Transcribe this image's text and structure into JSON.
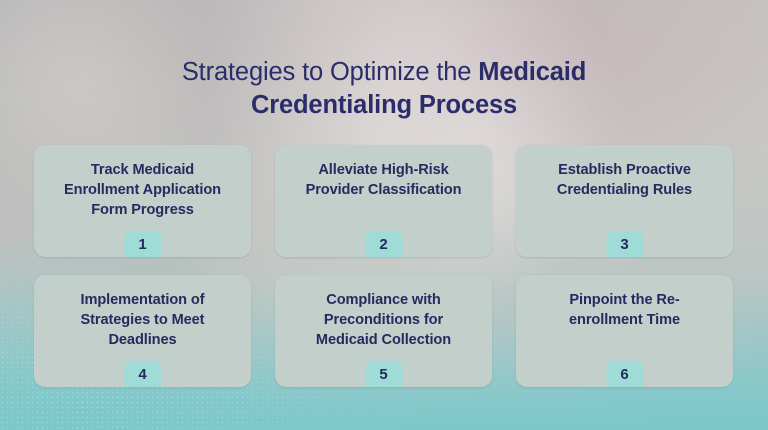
{
  "header": {
    "title_lead": "Strategies to Optimize the ",
    "title_strong_1": "Medicaid",
    "title_strong_2": "Credentialing Process",
    "title_full": "Strategies to Optimize the Medicaid Credentialing Process"
  },
  "colors": {
    "title_navy": "#2b2d6b",
    "card_fill": "#c3cfcb",
    "badge_teal": "#9fdcd8",
    "background_teal": "#7ac8ca",
    "background_gray": "#bdbcbb",
    "text_navy": "#262a5e"
  },
  "cards": [
    {
      "number": "1",
      "label": "Track Medicaid\nEnrollment Application\nForm Progress"
    },
    {
      "number": "2",
      "label": "Alleviate High-Risk\nProvider Classification"
    },
    {
      "number": "3",
      "label": "Establish Proactive\nCredentialing Rules"
    },
    {
      "number": "4",
      "label": "Implementation of\nStrategies to Meet\nDeadlines"
    },
    {
      "number": "5",
      "label": "Compliance with\nPreconditions for\nMedicaid Collection"
    },
    {
      "number": "6",
      "label": "Pinpoint the Re-\nenrollment Time"
    }
  ]
}
